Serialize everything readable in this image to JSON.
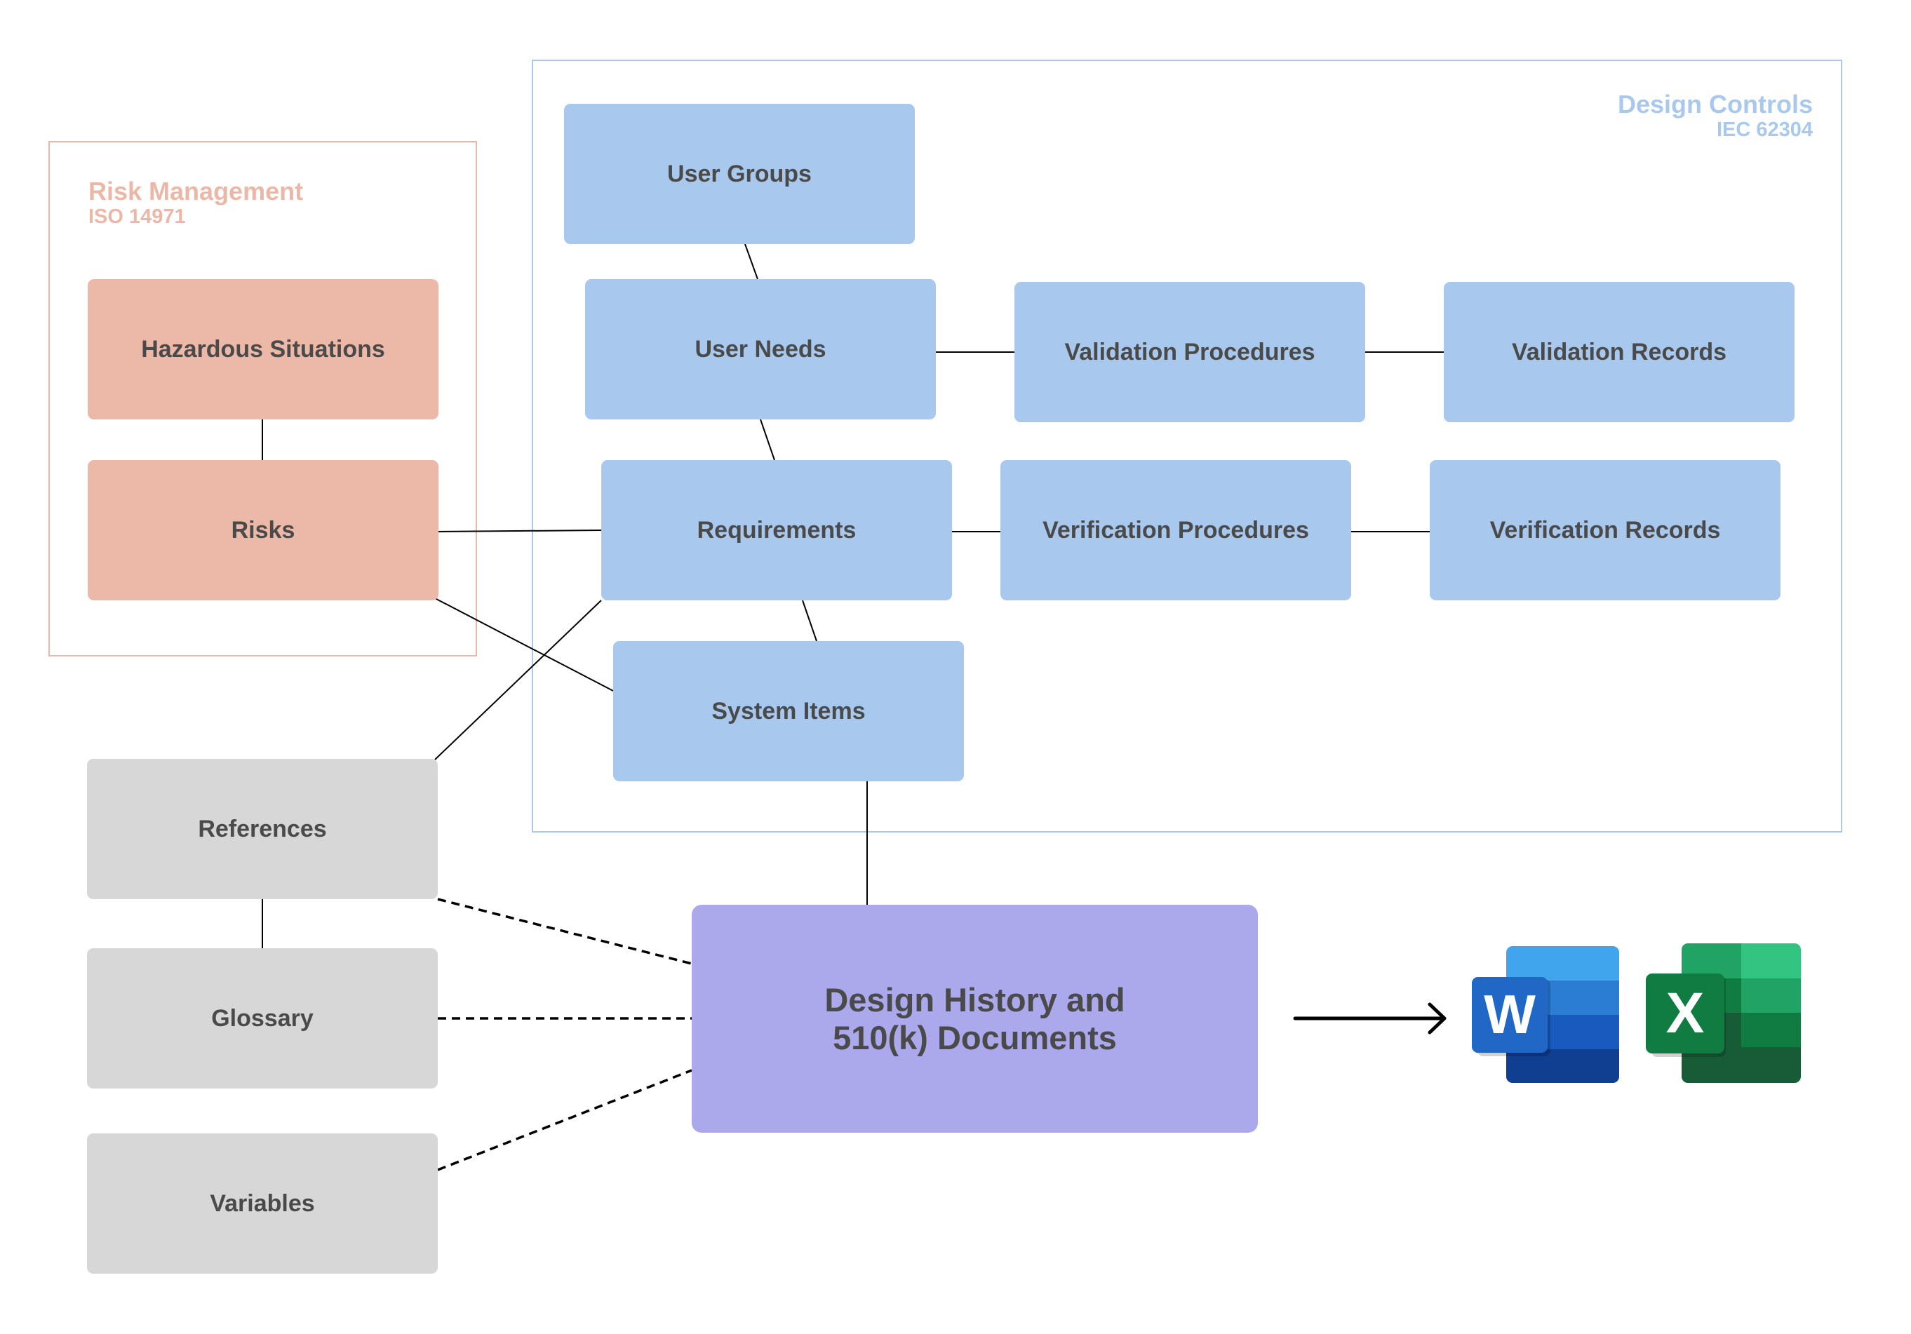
{
  "groups": {
    "risk_management": {
      "title": "Risk Management",
      "standard": "ISO 14971",
      "color": "#ebb8a7"
    },
    "design_controls": {
      "title": "Design Controls",
      "standard": "IEC 62304",
      "color": "#a8c8ed"
    }
  },
  "nodes": {
    "hazardous_situations": {
      "label": "Hazardous Situations",
      "group": "risk_management"
    },
    "risks": {
      "label": "Risks",
      "group": "risk_management"
    },
    "user_groups": {
      "label": "User Groups",
      "group": "design_controls"
    },
    "user_needs": {
      "label": "User Needs",
      "group": "design_controls"
    },
    "validation_procedures": {
      "label": "Validation Procedures",
      "group": "design_controls"
    },
    "validation_records": {
      "label": "Validation Records",
      "group": "design_controls"
    },
    "requirements": {
      "label": "Requirements",
      "group": "design_controls"
    },
    "verification_procedures": {
      "label": "Verification Procedures",
      "group": "design_controls"
    },
    "verification_records": {
      "label": "Verification Records",
      "group": "design_controls"
    },
    "system_items": {
      "label": "System Items",
      "group": "design_controls"
    },
    "references": {
      "label": "References",
      "group": "none"
    },
    "glossary": {
      "label": "Glossary",
      "group": "none"
    },
    "variables": {
      "label": "Variables",
      "group": "none"
    },
    "design_history": {
      "label_line1": "Design History and",
      "label_line2": "510(k) Documents",
      "group": "none"
    }
  },
  "edges": [
    {
      "from": "hazardous_situations",
      "to": "risks",
      "style": "solid"
    },
    {
      "from": "risks",
      "to": "requirements",
      "style": "solid"
    },
    {
      "from": "risks",
      "to": "system_items",
      "style": "solid"
    },
    {
      "from": "user_groups",
      "to": "user_needs",
      "style": "solid"
    },
    {
      "from": "user_needs",
      "to": "validation_procedures",
      "style": "solid"
    },
    {
      "from": "validation_procedures",
      "to": "validation_records",
      "style": "solid"
    },
    {
      "from": "user_needs",
      "to": "requirements",
      "style": "solid"
    },
    {
      "from": "requirements",
      "to": "verification_procedures",
      "style": "solid"
    },
    {
      "from": "verification_procedures",
      "to": "verification_records",
      "style": "solid"
    },
    {
      "from": "requirements",
      "to": "system_items",
      "style": "solid"
    },
    {
      "from": "references",
      "to": "requirements",
      "style": "solid"
    },
    {
      "from": "system_items",
      "to": "design_history",
      "style": "solid"
    },
    {
      "from": "references",
      "to": "glossary",
      "style": "solid"
    },
    {
      "from": "references",
      "to": "design_history",
      "style": "dashed"
    },
    {
      "from": "glossary",
      "to": "design_history",
      "style": "dashed"
    },
    {
      "from": "variables",
      "to": "design_history",
      "style": "dashed"
    },
    {
      "from": "design_history",
      "to": "export_targets",
      "style": "arrow"
    }
  ],
  "export_targets": {
    "word": {
      "icon": "word-icon",
      "letter": "W",
      "colors": [
        "#41a5ee",
        "#2b7cd3",
        "#185abd",
        "#103f91"
      ]
    },
    "excel": {
      "icon": "excel-icon",
      "letter": "X",
      "colors": [
        "#21a366",
        "#33c481",
        "#107c41",
        "#185c37"
      ]
    }
  },
  "colors": {
    "text": "#4a4a4a",
    "risk_fill": "#ecb8a7",
    "design_fill": "#a8c8ed",
    "reference_fill": "#d7d7d7",
    "output_fill": "#aba8eb"
  }
}
